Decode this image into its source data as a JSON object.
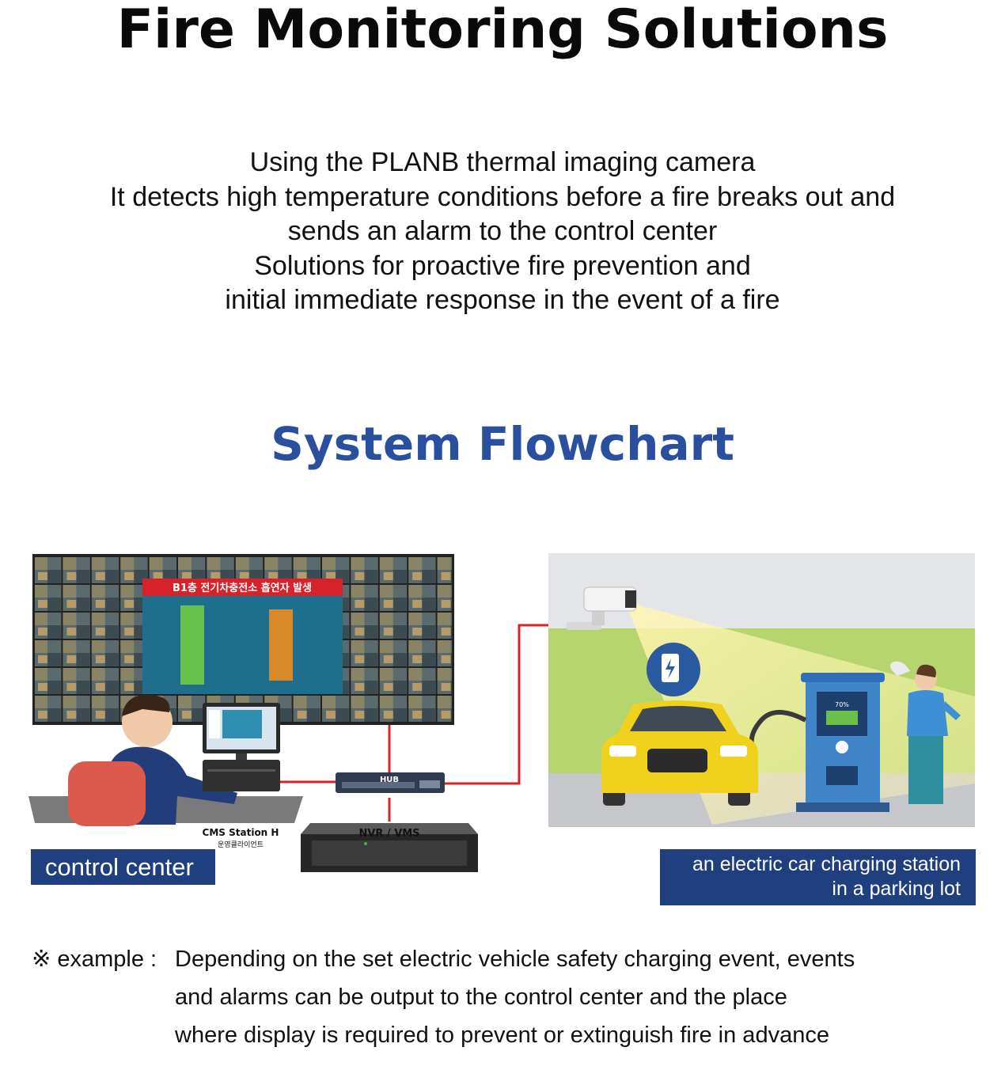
{
  "title": "Fire Monitoring Solutions",
  "intro": {
    "lines": [
      "Using the PLANB thermal imaging camera",
      "It detects high temperature conditions before a fire breaks out and",
      "sends an alarm to the control center",
      "Solutions for proactive fire prevention and",
      "initial immediate response in the event of a fire"
    ]
  },
  "subtitle": "System Flowchart",
  "diagram": {
    "alert_text": "B1층 전기차충전소 흡연자 발생",
    "hub_label": "HUB",
    "nvr_label": "NVR / VMS",
    "cms_label": "CMS Station H",
    "cms_sublabel": "운영클라이언트",
    "charger_display": "70%",
    "control_center_label": "control center",
    "station_label_lines": [
      "an electric car charging station",
      "in a parking lot"
    ],
    "colors": {
      "accent_blue": "#2a4f9e",
      "label_bg": "#1f3f7f",
      "connection_red": "#d8222a",
      "alert_red": "#d8222a"
    }
  },
  "note": {
    "prefix": "※ example :",
    "lines": [
      "Depending on the set electric vehicle safety charging event, events",
      "and alarms can be output to the control center and the place",
      "where display is required to prevent or extinguish fire in advance"
    ]
  }
}
